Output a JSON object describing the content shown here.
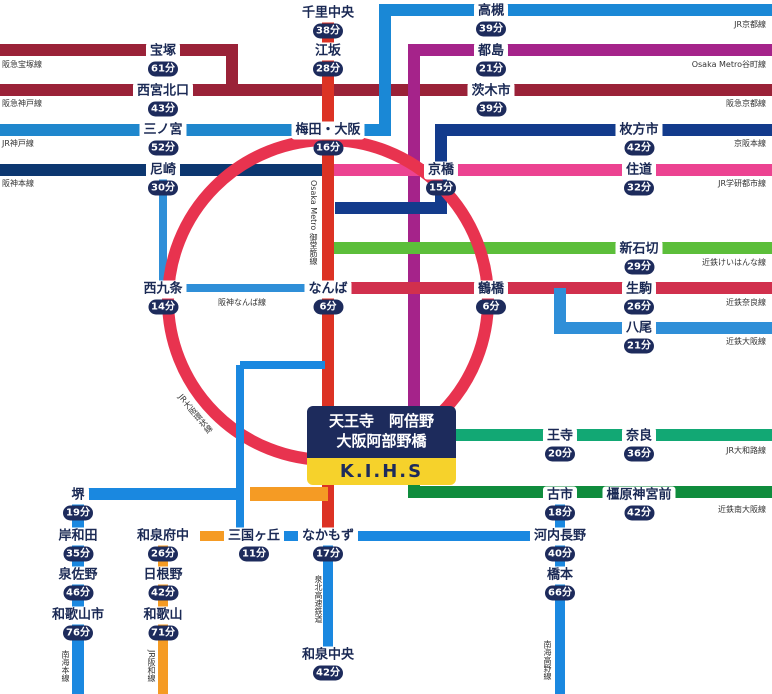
{
  "hub": {
    "line1": "天王寺　阿倍野",
    "line2": "大阪阿部野橋",
    "code": "K.I.H.S"
  },
  "stations": [
    {
      "id": "senri-chuo",
      "name": "千里中央",
      "time": "38分"
    },
    {
      "id": "esaka",
      "name": "江坂",
      "time": "28分"
    },
    {
      "id": "umeda",
      "name": "梅田・大阪",
      "time": "16分"
    },
    {
      "id": "namba",
      "name": "なんば",
      "time": "6分"
    },
    {
      "id": "takatsuki",
      "name": "高槻",
      "time": "39分"
    },
    {
      "id": "miyakojima",
      "name": "都島",
      "time": "21分"
    },
    {
      "id": "ibaraki",
      "name": "茨木市",
      "time": "39分"
    },
    {
      "id": "hirakatashi",
      "name": "枚方市",
      "time": "42分"
    },
    {
      "id": "kyobashi",
      "name": "京橋",
      "time": "15分"
    },
    {
      "id": "sumimichi",
      "name": "住道",
      "time": "32分"
    },
    {
      "id": "takarazuka",
      "name": "宝塚",
      "time": "61分"
    },
    {
      "id": "nishinomiya-kitaguchi",
      "name": "西宮北口",
      "time": "43分"
    },
    {
      "id": "sannomiya",
      "name": "三ノ宮",
      "time": "52分"
    },
    {
      "id": "amagasaki",
      "name": "尼崎",
      "time": "30分"
    },
    {
      "id": "nishikujo",
      "name": "西九条",
      "time": "14分"
    },
    {
      "id": "tsuruhashi",
      "name": "鶴橋",
      "time": "6分"
    },
    {
      "id": "shin-ishikiri",
      "name": "新石切",
      "time": "29分"
    },
    {
      "id": "ikoma",
      "name": "生駒",
      "time": "26分"
    },
    {
      "id": "yao",
      "name": "八尾",
      "time": "21分"
    },
    {
      "id": "oji",
      "name": "王寺",
      "time": "20分"
    },
    {
      "id": "nara",
      "name": "奈良",
      "time": "36分"
    },
    {
      "id": "furuichi",
      "name": "古市",
      "time": "18分"
    },
    {
      "id": "kashiharajingumae",
      "name": "橿原神宮前",
      "time": "42分"
    },
    {
      "id": "kawachinagano",
      "name": "河内長野",
      "time": "40分"
    },
    {
      "id": "hashimoto",
      "name": "橋本",
      "time": "66分"
    },
    {
      "id": "nakamozu",
      "name": "なかもず",
      "time": "17分"
    },
    {
      "id": "izumi-chuo",
      "name": "和泉中央",
      "time": "42分"
    },
    {
      "id": "mikunigaoka",
      "name": "三国ヶ丘",
      "time": "11分"
    },
    {
      "id": "izumi-fuchu",
      "name": "和泉府中",
      "time": "26分"
    },
    {
      "id": "hineno",
      "name": "日根野",
      "time": "42分"
    },
    {
      "id": "wakayama",
      "name": "和歌山",
      "time": "71分"
    },
    {
      "id": "sakai",
      "name": "堺",
      "time": "19分"
    },
    {
      "id": "kishiwada",
      "name": "岸和田",
      "time": "35分"
    },
    {
      "id": "izumisano",
      "name": "泉佐野",
      "time": "46分"
    },
    {
      "id": "wakayamashi",
      "name": "和歌山市",
      "time": "76分"
    }
  ],
  "line_labels": {
    "jr_kyoto": "JR京都線",
    "tanimachi": "Osaka Metro谷町線",
    "keihan": "京阪本線",
    "gakkentoshi": "JR学研都市線",
    "hankyu_kyoto": "阪急京都線",
    "hankyu_takarazuka": "阪急宝塚線",
    "hankyu_kobe": "阪急神戸線",
    "jr_kobe": "JR神戸線",
    "hanshin": "阪神本線",
    "hanshin_namba": "阪神なんば線",
    "midosuji": "Osaka Metro 御堂筋線",
    "keihanna": "近鉄けいはんな線",
    "nara_line": "近鉄奈良線",
    "osaka_line": "近鉄大阪線",
    "yamatoji": "JR大和路線",
    "minami_osaka": "近鉄南大阪線",
    "loop": "JR大阪環状線",
    "semboku": "泉北高速鉄道",
    "hanwa": "JR阪和線",
    "nankai_main": "南海本線",
    "nankai_koya": "南海高野線"
  },
  "colors": {
    "loop": "#e8334f",
    "midosuji": "#dc3224",
    "jr_kyoto": "#1a88d6",
    "tanimachi": "#a5238a",
    "hankyu": "#9a2238",
    "keihan": "#133b8c",
    "gakkentoshi": "#ec4391",
    "jr_kobe": "#1f87cd",
    "hanshin": "#0c3770",
    "keihanna": "#5cbe3a",
    "kintetsu": "#d1304d",
    "osaka_line": "#2f8fd8",
    "yamatoji": "#12a874",
    "minami_osaka": "#0f8c3d",
    "nankai": "#1a88e0",
    "hanwa": "#f59b24"
  }
}
